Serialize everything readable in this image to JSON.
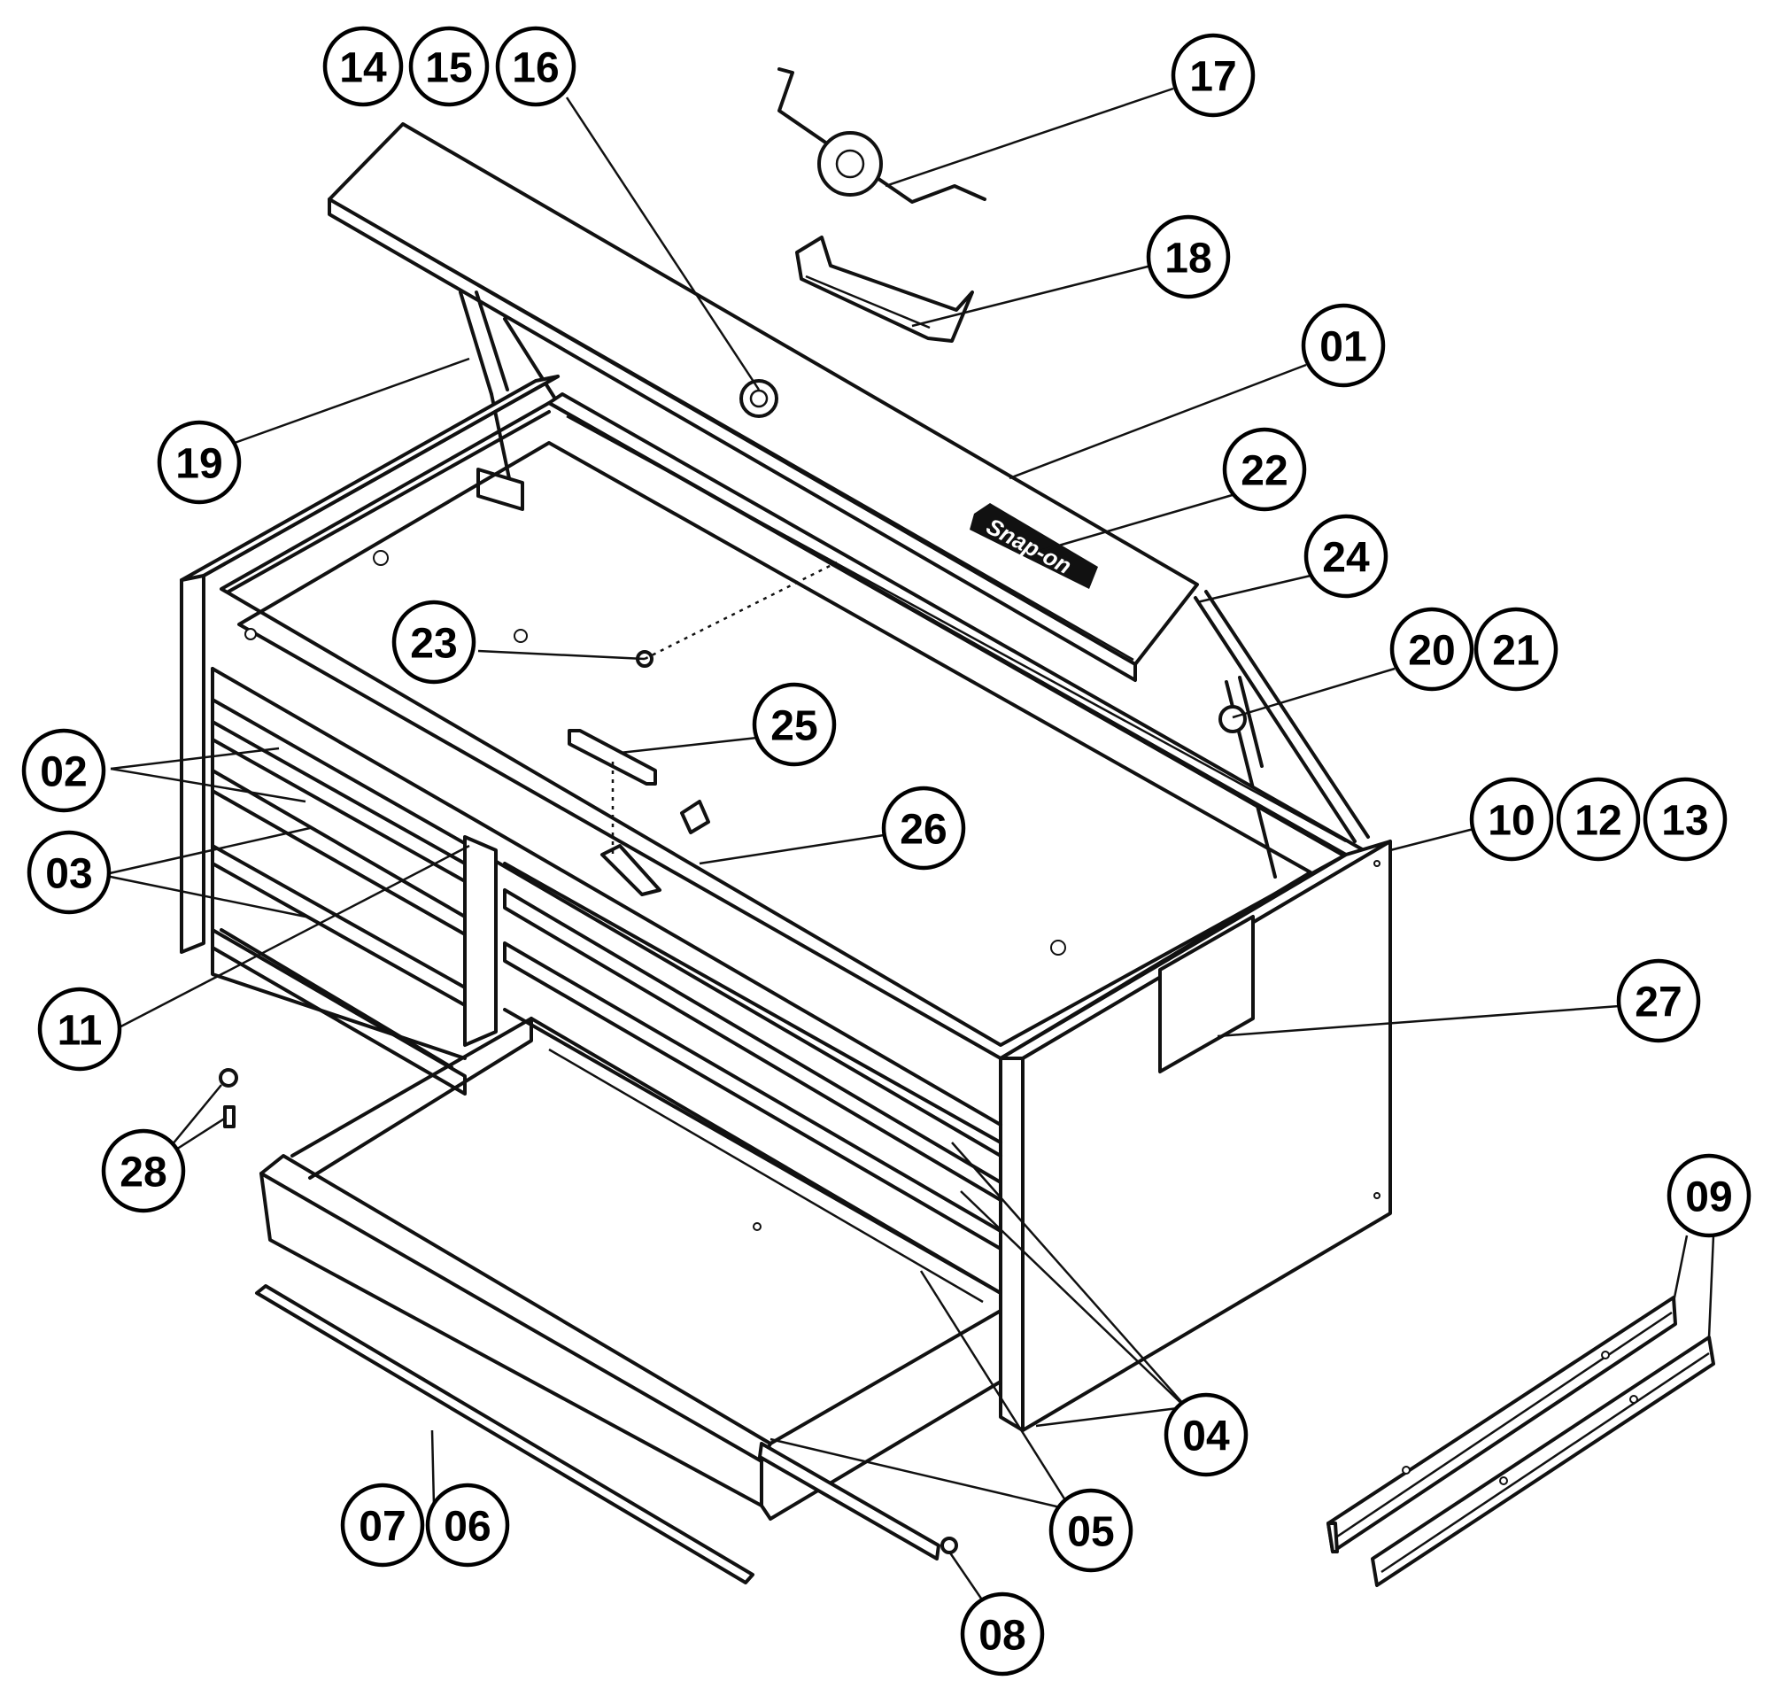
{
  "diagram": {
    "type": "exploded-parts-diagram",
    "brand_logo": "Snap-on",
    "callouts": [
      {
        "id": "c14",
        "label": "14"
      },
      {
        "id": "c15",
        "label": "15"
      },
      {
        "id": "c16",
        "label": "16"
      },
      {
        "id": "c17",
        "label": "17"
      },
      {
        "id": "c18",
        "label": "18"
      },
      {
        "id": "c01",
        "label": "01"
      },
      {
        "id": "c19",
        "label": "19"
      },
      {
        "id": "c22",
        "label": "22"
      },
      {
        "id": "c24",
        "label": "24"
      },
      {
        "id": "c23",
        "label": "23"
      },
      {
        "id": "c20",
        "label": "20"
      },
      {
        "id": "c21",
        "label": "21"
      },
      {
        "id": "c25",
        "label": "25"
      },
      {
        "id": "c02",
        "label": "02"
      },
      {
        "id": "c10",
        "label": "10"
      },
      {
        "id": "c12",
        "label": "12"
      },
      {
        "id": "c13",
        "label": "13"
      },
      {
        "id": "c26",
        "label": "26"
      },
      {
        "id": "c03",
        "label": "03"
      },
      {
        "id": "c27",
        "label": "27"
      },
      {
        "id": "c11",
        "label": "11"
      },
      {
        "id": "c28",
        "label": "28"
      },
      {
        "id": "c09",
        "label": "09"
      },
      {
        "id": "c04",
        "label": "04"
      },
      {
        "id": "c07",
        "label": "07"
      },
      {
        "id": "c06",
        "label": "06"
      },
      {
        "id": "c05",
        "label": "05"
      },
      {
        "id": "c08",
        "label": "08"
      }
    ]
  }
}
